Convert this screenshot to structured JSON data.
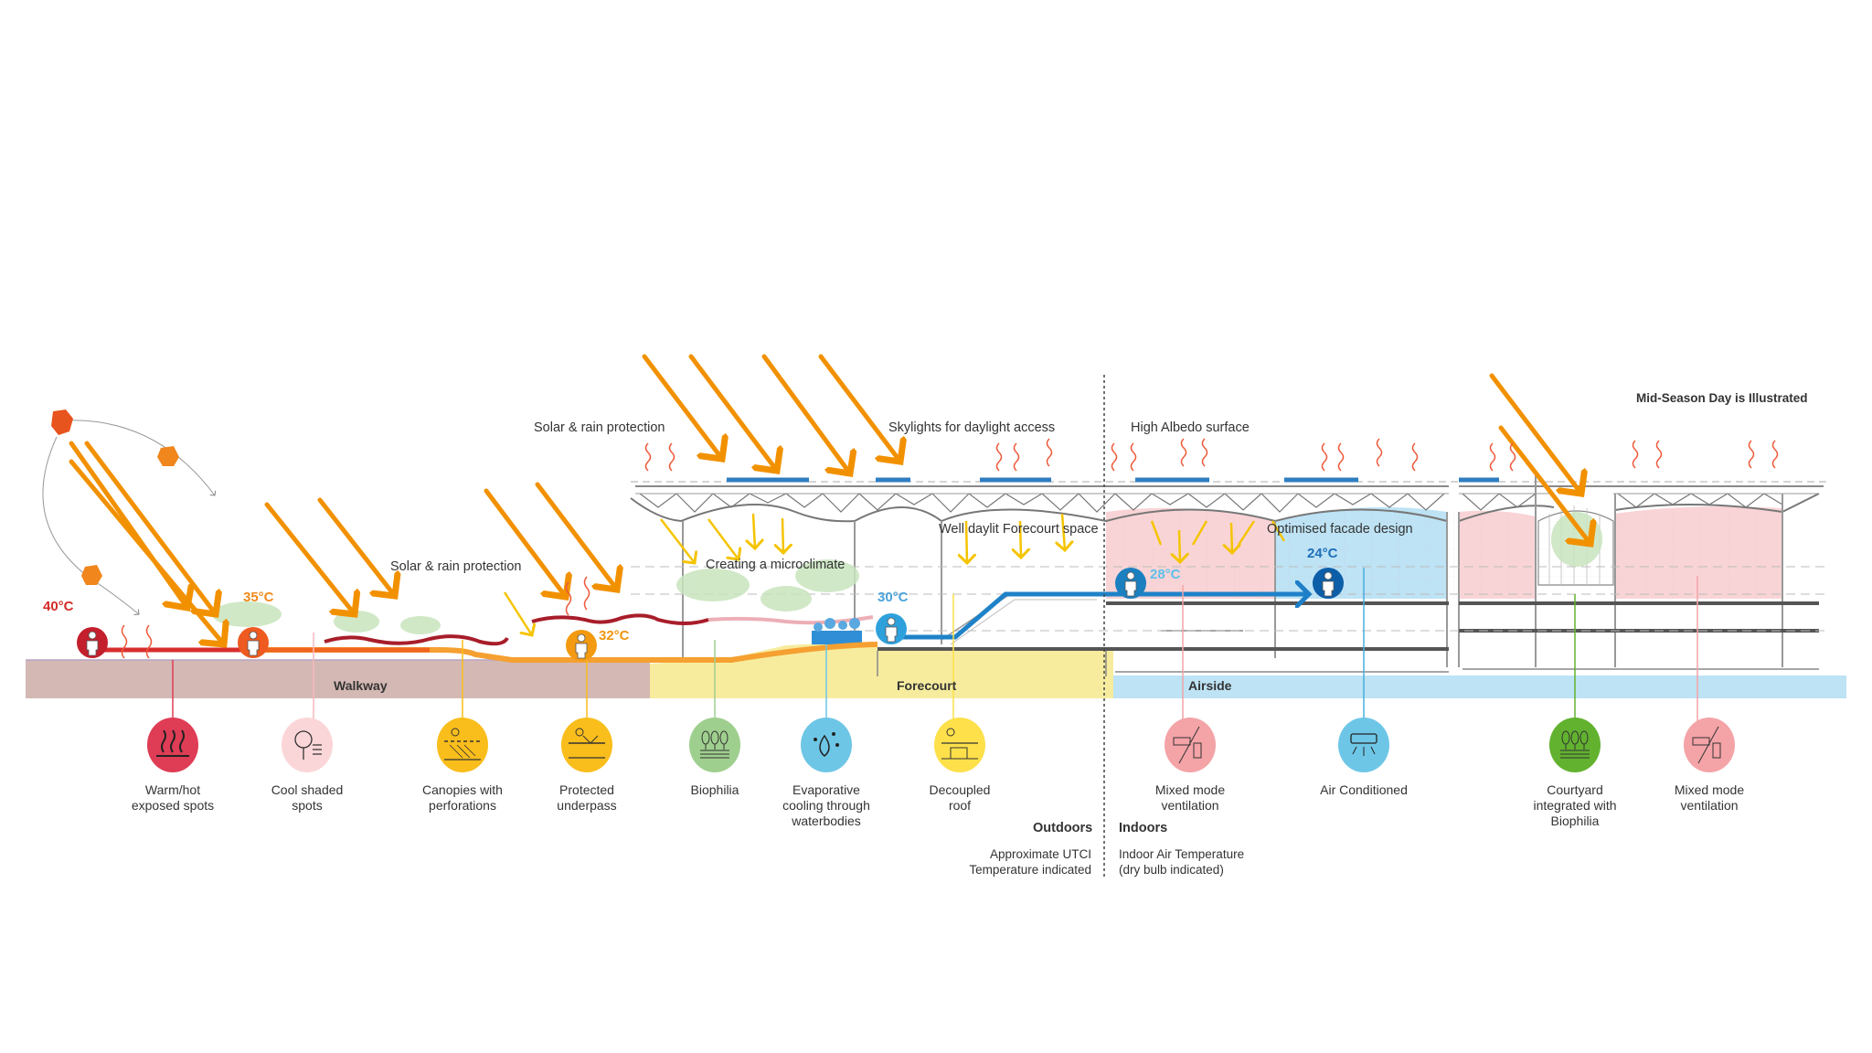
{
  "note": "Mid-Season Day is Illustrated",
  "annotations": [
    {
      "id": "solar-rain-1",
      "text": "Solar & rain protection"
    },
    {
      "id": "solar-rain-2",
      "text": "Solar & rain protection"
    },
    {
      "id": "skylights",
      "text": "Skylights for daylight access"
    },
    {
      "id": "high-albedo",
      "text": "High Albedo surface"
    },
    {
      "id": "microclimate",
      "text": "Creating a microclimate"
    },
    {
      "id": "forecourt-daylit",
      "text": "Well daylit Forecourt space"
    },
    {
      "id": "facade",
      "text": "Optimised facade design"
    }
  ],
  "zones": [
    {
      "name": "Walkway",
      "color": "#d4b8b4"
    },
    {
      "name": "Forecourt",
      "color": "#f7ec9e"
    },
    {
      "name": "Airside",
      "color": "#bde3f5"
    }
  ],
  "temperatures": [
    {
      "value": "40°C",
      "color": "#d42a2a"
    },
    {
      "value": "35°C",
      "color": "#f08a1c"
    },
    {
      "value": "32°C",
      "color": "#f0960f"
    },
    {
      "value": "30°C",
      "color": "#4aa3da"
    },
    {
      "value": "28°C",
      "color": "#5bc0ea"
    },
    {
      "value": "24°C",
      "color": "#1e6fb8"
    }
  ],
  "strategies": [
    {
      "label": "Warm/hot\nexposed spots",
      "icon": "heat-waves-icon",
      "color": "#de3d55"
    },
    {
      "label": "Cool shaded\nspots",
      "icon": "shade-tree-icon",
      "color": "#fbd6d8"
    },
    {
      "label": "Canopies with\nperforations",
      "icon": "perforated-canopy-icon",
      "color": "#f9bd1c"
    },
    {
      "label": "Protected\nunderpass",
      "icon": "underpass-icon",
      "color": "#f9bd1c"
    },
    {
      "label": "Biophilia",
      "icon": "trees-water-icon",
      "color": "#9fcf8e"
    },
    {
      "label": "Evaporative\ncooling through\nwaterbodies",
      "icon": "water-drops-icon",
      "color": "#6ec6e6"
    },
    {
      "label": "Decoupled\nroof",
      "icon": "decoupled-roof-icon",
      "color": "#fde04a"
    },
    {
      "label": "Mixed mode\nventilation",
      "icon": "mixed-mode-icon",
      "color": "#f4a3a7"
    },
    {
      "label": "Air Conditioned",
      "icon": "air-conditioner-icon",
      "color": "#6ec6e6"
    },
    {
      "label": "Courtyard\nintegrated with\nBiophilia",
      "icon": "trees-water-icon",
      "color": "#62b22f"
    },
    {
      "label": "Mixed mode\nventilation",
      "icon": "mixed-mode-icon",
      "color": "#f4a3a7"
    }
  ],
  "legend": {
    "outdoors": {
      "heading": "Outdoors",
      "text": "Approximate UTCI\nTemperature indicated"
    },
    "indoors": {
      "heading": "Indoors",
      "text": "Indoor Air Temperature\n(dry bulb indicated)"
    }
  }
}
